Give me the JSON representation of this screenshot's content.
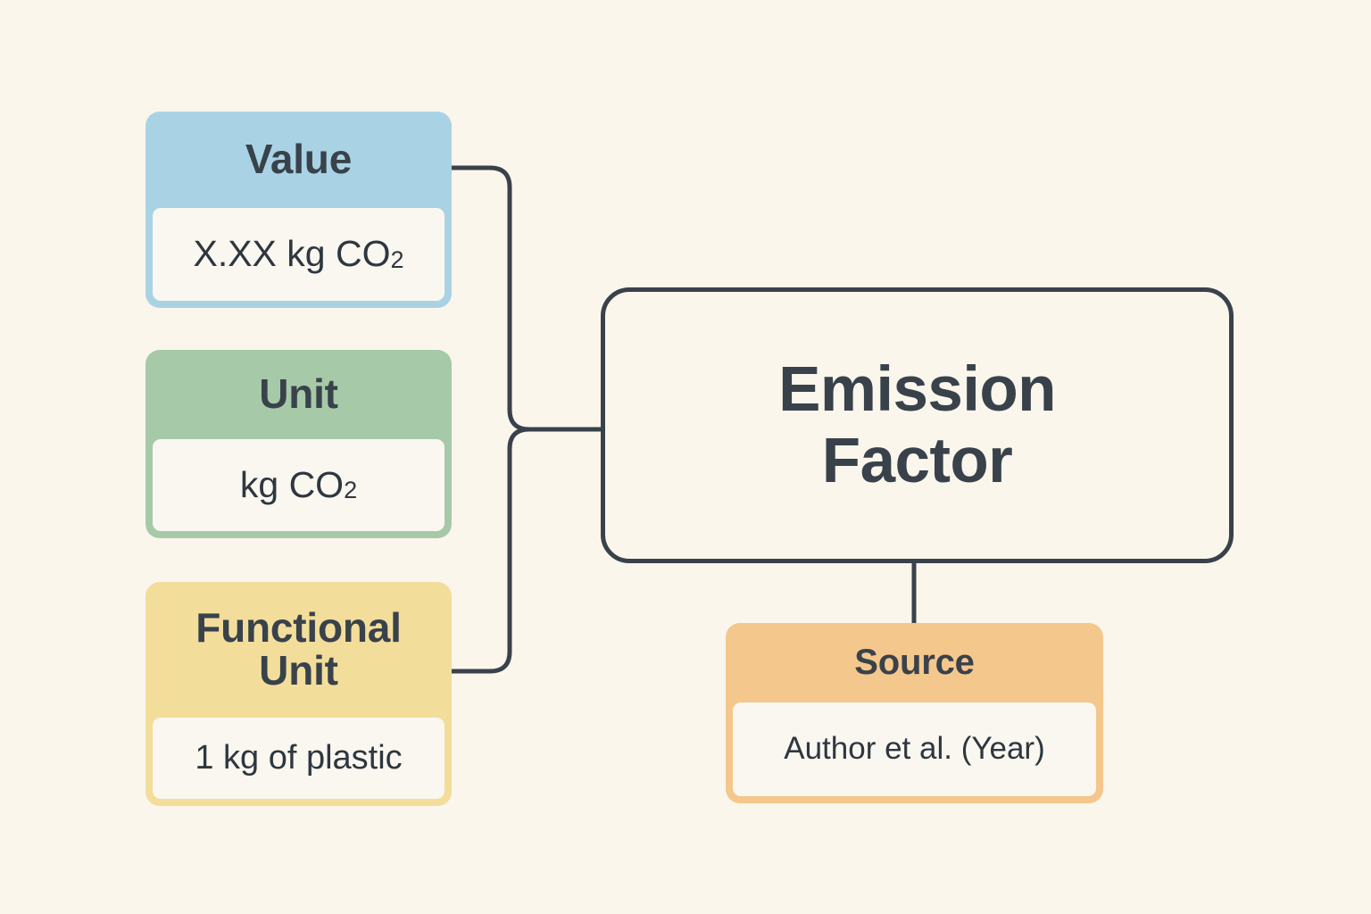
{
  "canvas": {
    "background_color": "#faf6ec",
    "line_color": "#39424b",
    "text_color": "#39424b"
  },
  "center_node": {
    "label_line1": "Emission",
    "label_line2": "Factor",
    "border_color": "#39424b"
  },
  "cards": [
    {
      "key": "value",
      "title": "Value",
      "value_prefix": "X.XX kg CO",
      "value_sub": "2",
      "accent_color": "#a9d3e5"
    },
    {
      "key": "unit",
      "title": "Unit",
      "value_prefix": "kg CO",
      "value_sub": "2",
      "accent_color": "#a6c9a8"
    },
    {
      "key": "functional_unit",
      "title_line1": "Functional",
      "title_line2": "Unit",
      "value": "1 kg of plastic",
      "accent_color": "#f3dd9b"
    },
    {
      "key": "source",
      "title": "Source",
      "value": "Author et al. (Year)",
      "accent_color": "#f4c78c"
    }
  ],
  "connectors": {
    "value_to_trunk": "elbow from Value card right edge down to junction",
    "functional_unit_to_trunk": "elbow from Functional Unit card right edge up to junction",
    "trunk_to_center": "horizontal into Emission Factor box",
    "center_to_source": "vertical down into Source card"
  }
}
